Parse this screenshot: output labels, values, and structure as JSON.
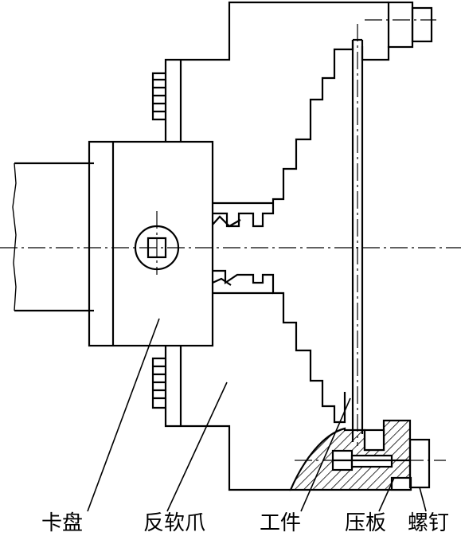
{
  "labels": {
    "chuck": "卡盘",
    "soft_jaw": "反软爪",
    "workpiece": "工件",
    "clamp_plate": "压板",
    "screw": "螺钉"
  }
}
